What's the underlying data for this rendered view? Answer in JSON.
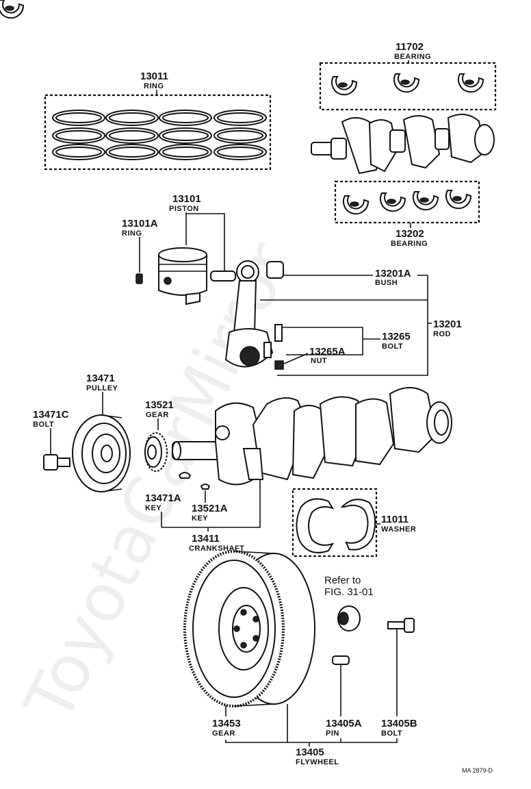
{
  "watermark": "ToyotaCarMirror",
  "callouts": {
    "ring_set": {
      "number": "13011",
      "name": "RING"
    },
    "main_bearing": {
      "number": "11702",
      "name": "BEARING"
    },
    "piston": {
      "number": "13101",
      "name": "PISTON"
    },
    "piston_ring": {
      "number": "13101A",
      "name": "RING"
    },
    "rod_bearing": {
      "number": "13202",
      "name": "BEARING"
    },
    "bush": {
      "number": "13201A",
      "name": "BUSH"
    },
    "rod": {
      "number": "13201",
      "name": "ROD"
    },
    "rod_bolt": {
      "number": "13265",
      "name": "BOLT"
    },
    "rod_nut": {
      "number": "13265A",
      "name": "NUT"
    },
    "pulley": {
      "number": "13471",
      "name": "PULLEY"
    },
    "pulley_bolt": {
      "number": "13471C",
      "name": "BOLT"
    },
    "crank_gear": {
      "number": "13521",
      "name": "GEAR"
    },
    "pulley_key": {
      "number": "13471A",
      "name": "KEY"
    },
    "gear_key": {
      "number": "13521A",
      "name": "KEY"
    },
    "crankshaft": {
      "number": "13411",
      "name": "CRANKSHAFT"
    },
    "washer": {
      "number": "11011",
      "name": "WASHER"
    },
    "ring_gear": {
      "number": "13453",
      "name": "GEAR"
    },
    "flywheel_pin": {
      "number": "13405A",
      "name": "PIN"
    },
    "flywheel_bolt": {
      "number": "13405B",
      "name": "BOLT"
    },
    "flywheel": {
      "number": "13405",
      "name": "FLYWHEEL"
    }
  },
  "refer": {
    "line1": "Refer to",
    "line2": "FIG. 31-01"
  },
  "drawing_code": "MA 2879-D"
}
